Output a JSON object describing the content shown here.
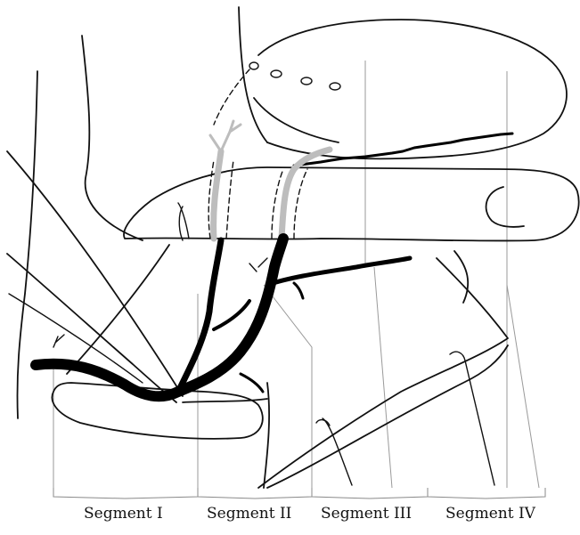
{
  "segments": [
    {
      "label": "Segment I"
    },
    {
      "label": "Segment II"
    },
    {
      "label": "Segment III"
    },
    {
      "label": "Segment IV"
    }
  ],
  "colors": {
    "ink": "#111111",
    "vessel": "#000000",
    "grey_vessel": "#bdbdbd",
    "guide_line": "#9a9a9a",
    "background": "#ffffff"
  }
}
